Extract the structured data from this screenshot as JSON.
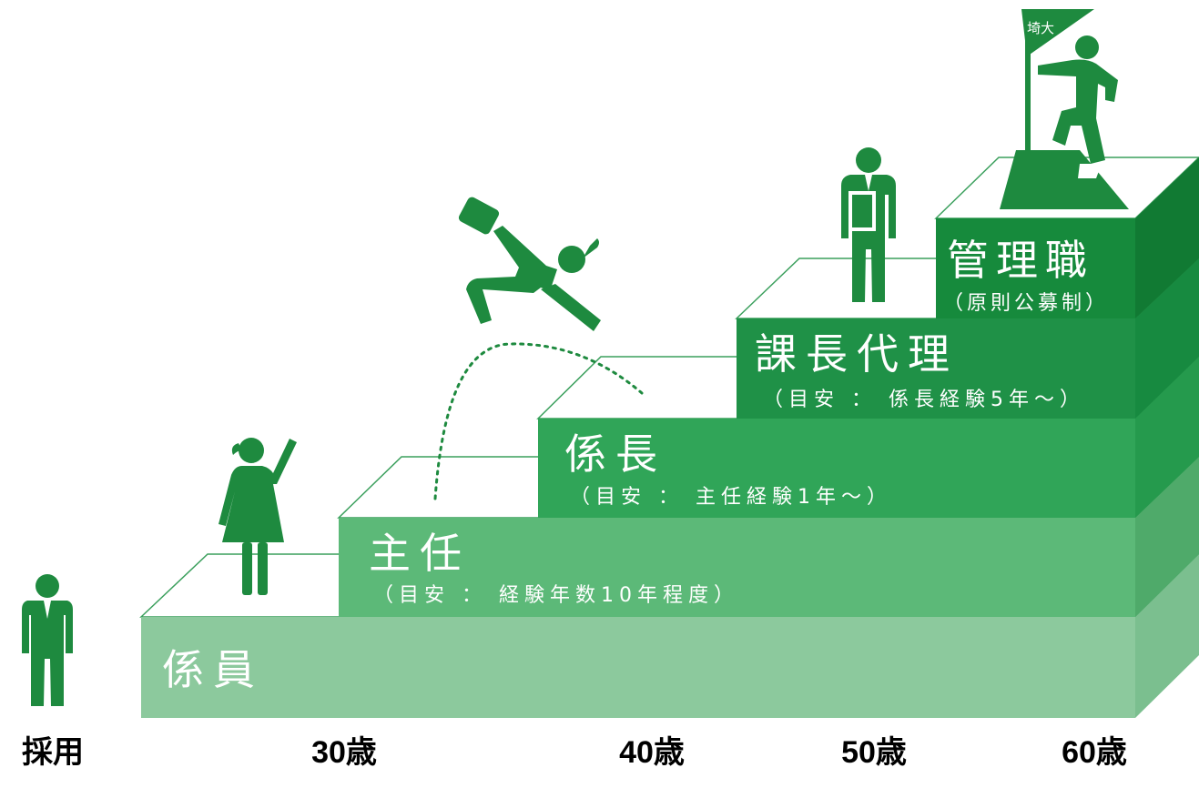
{
  "colors": {
    "step1": "#8cc99d",
    "step2": "#5cb978",
    "step3": "#30a558",
    "step4": "#1f9147",
    "step5": "#168a3c",
    "figure": "#1e8a3f",
    "outline": "#3a9f5c"
  },
  "steps": [
    {
      "title": "係員",
      "note": ""
    },
    {
      "title": "主任",
      "note": "（目安 ： 経験年数10年程度）"
    },
    {
      "title": "係長",
      "note": "（目安 ： 主任経験1年～）"
    },
    {
      "title": "課長代理",
      "note": "（目安 ： 係長経験5年～）"
    },
    {
      "title": "管理職",
      "note": "（原則公募制）"
    }
  ],
  "ages": [
    {
      "label": "採用"
    },
    {
      "label": "30歳"
    },
    {
      "label": "40歳"
    },
    {
      "label": "50歳"
    },
    {
      "label": "60歳"
    }
  ],
  "flag_text": "埼大",
  "icons": [
    "man-standing-icon",
    "woman-raising-hand-icon",
    "jumping-businessman-icon",
    "man-with-clipboard-icon",
    "man-climbing-with-flag-icon"
  ]
}
